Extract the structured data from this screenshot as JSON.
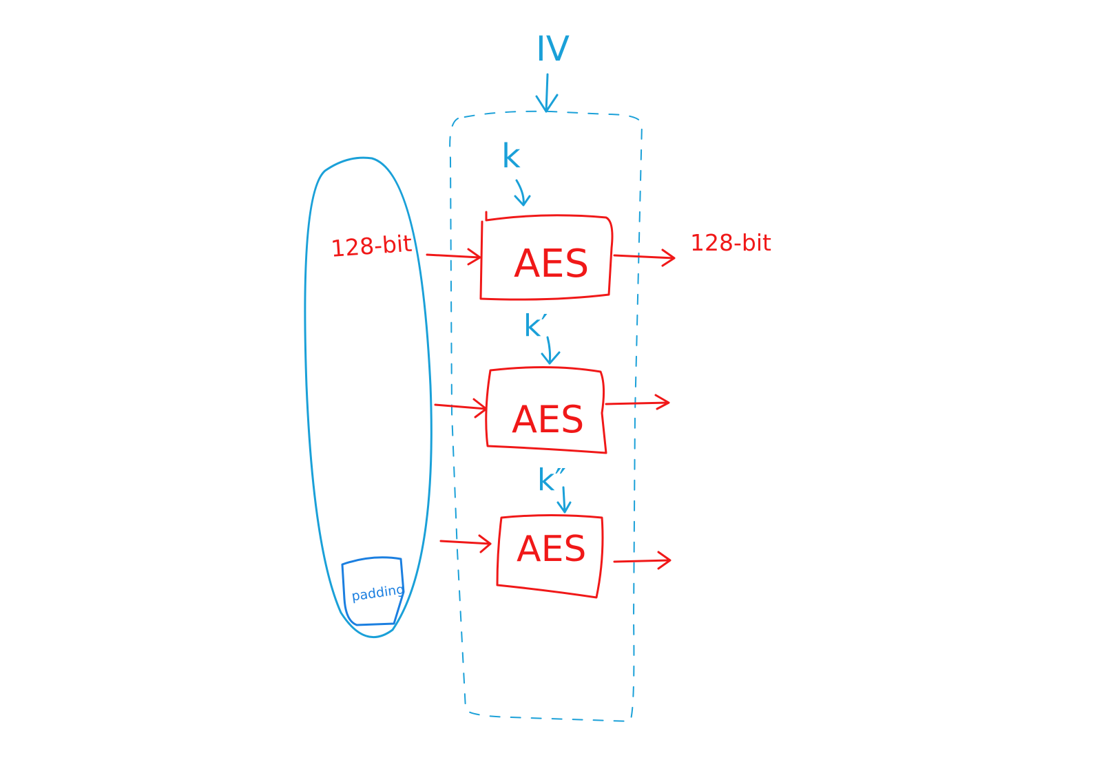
{
  "labels": {
    "iv": "IV",
    "key_1": "k",
    "key_2": "k′",
    "key_3": "k″",
    "input_bits": "128-bit",
    "output_bits": "128-bit",
    "padding": "padding"
  },
  "blocks": [
    {
      "label": "AES"
    },
    {
      "label": "AES"
    },
    {
      "label": "AES"
    }
  ],
  "colors": {
    "blue": "#1aa0d8",
    "padding_blue": "#1b7fe0",
    "red": "#f01818"
  }
}
